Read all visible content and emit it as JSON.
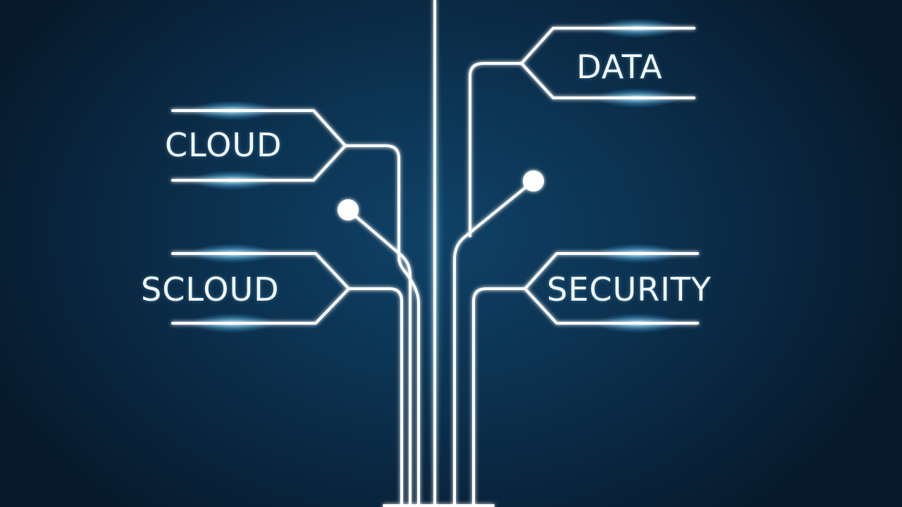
{
  "labels": {
    "cloud": "CLOUD",
    "scloud": "SCLOUD",
    "data": "DATA",
    "security": "SECURITY"
  },
  "colors": {
    "background": "#0a2238",
    "line": "#ffffff",
    "glow": "#5fd0ff"
  }
}
